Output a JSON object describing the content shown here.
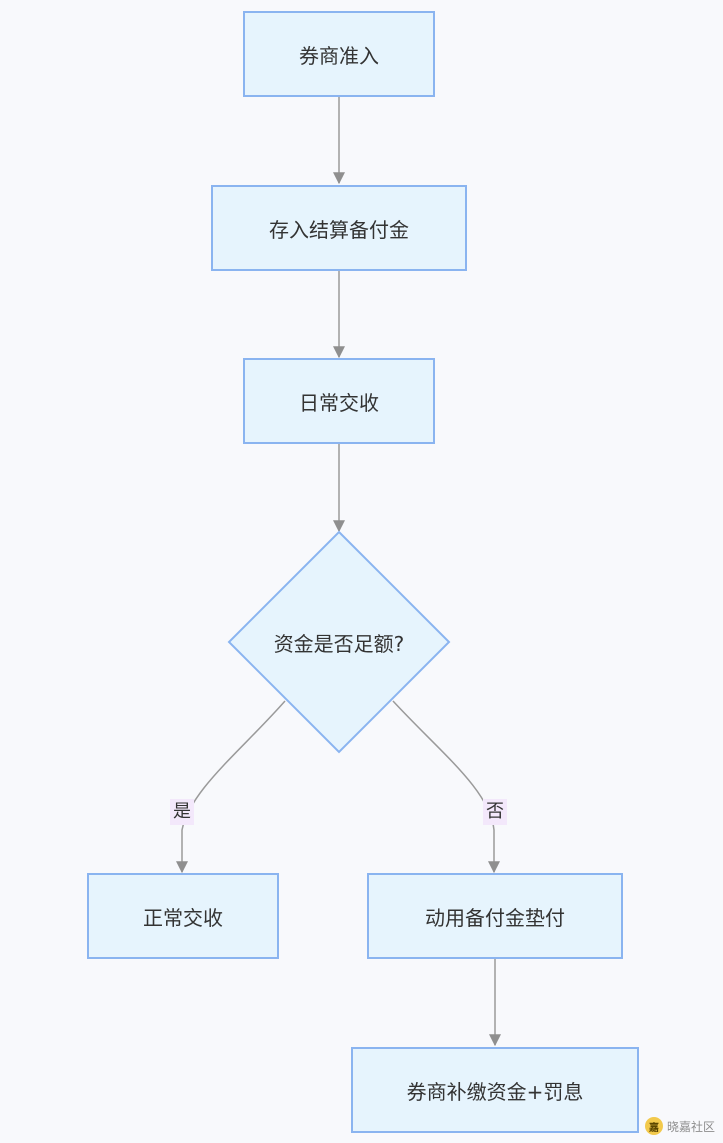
{
  "diagram": {
    "nodes": {
      "n1": "券商准入",
      "n2": "存入结算备付金",
      "n3": "日常交收",
      "decision": "资金是否足额?",
      "n_yes": "正常交收",
      "n_no": "动用备付金垫付",
      "n_end": "券商补缴资金+罚息"
    },
    "edge_labels": {
      "yes": "是",
      "no": "否"
    }
  },
  "watermark": {
    "text": "晓嘉社区",
    "logo_glyph": "嘉"
  },
  "colors": {
    "node_fill": "#e6f4fd",
    "node_border": "#8ab4f0",
    "edge": "#9a9a9a",
    "edge_label_bg": "#f3e8fb",
    "background": "#f8f9fc"
  }
}
